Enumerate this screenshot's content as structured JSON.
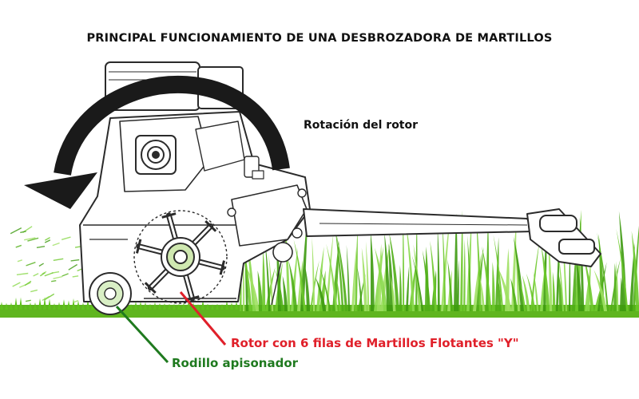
{
  "title": "PRINCIPAL FUNCIONAMIENTO DE UNA DESBROZADORA DE MARTILLOS",
  "labels": {
    "rotation": "Rotación del rotor",
    "rotor": "Rotor con 6 filas de Martillos Flotantes \"Y\"",
    "roller": "Rodillo apisonador"
  },
  "colors": {
    "rotor_callout": "#e0202a",
    "roller_callout": "#1f7a1f",
    "grass": "#5fc21c",
    "arrow": "#1a1a1a"
  },
  "rotor": {
    "hammer_rows": 6
  }
}
